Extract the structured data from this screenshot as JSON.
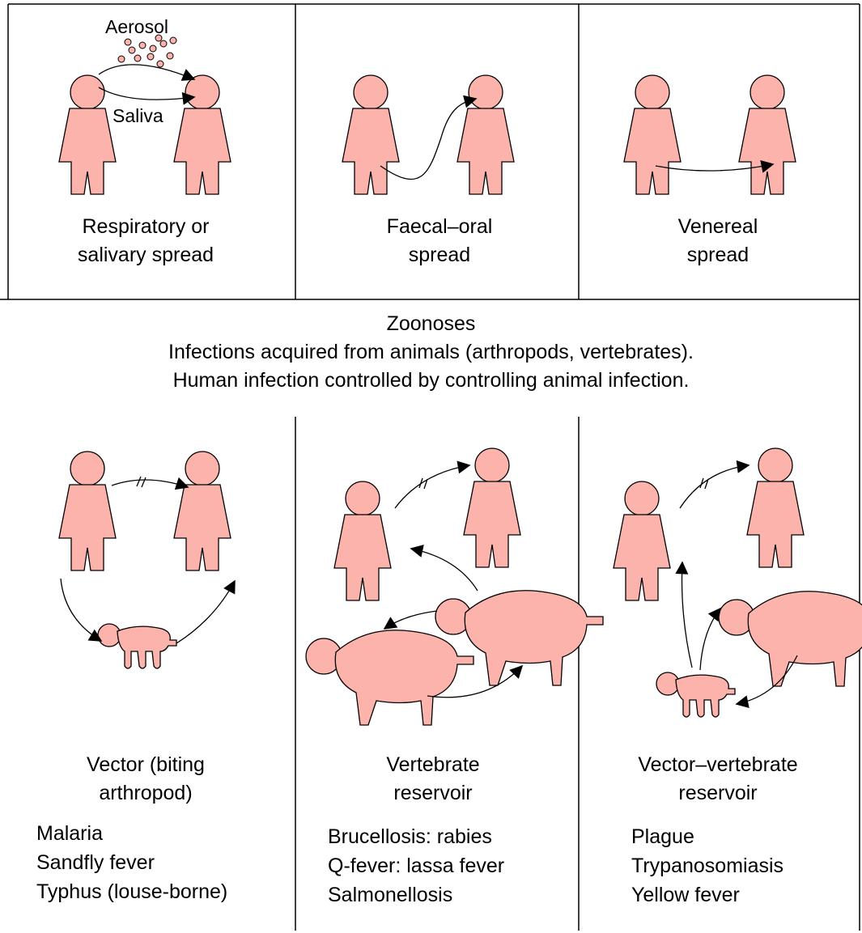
{
  "colors": {
    "figure_fill": "#fbb3ab",
    "line": "#000000",
    "background": "#ffffff"
  },
  "top_row": {
    "respiratory": {
      "aerosol_label": "Aerosol",
      "saliva_label": "Saliva",
      "caption_line1": "Respiratory or",
      "caption_line2": "salivary spread"
    },
    "faecal_oral": {
      "caption_line1": "Faecal–oral",
      "caption_line2": "spread"
    },
    "venereal": {
      "caption_line1": "Venereal",
      "caption_line2": "spread"
    }
  },
  "zoonoses": {
    "title": "Zoonoses",
    "line1": "Infections acquired from animals (arthropods, vertebrates).",
    "line2": "Human infection controlled by controlling animal infection."
  },
  "bottom_row": {
    "vector": {
      "caption_line1": "Vector (biting",
      "caption_line2": "arthropod)",
      "examples": [
        "Malaria",
        "Sandfly fever",
        "Typhus (louse-borne)"
      ]
    },
    "vertebrate": {
      "caption_line1": "Vertebrate",
      "caption_line2": "reservoir",
      "examples": [
        "Brucellosis: rabies",
        "Q-fever: lassa fever",
        "Salmonellosis"
      ]
    },
    "vector_vertebrate": {
      "caption_line1": "Vector–vertebrate",
      "caption_line2": "reservoir",
      "examples": [
        "Plague",
        "Trypanosomiasis",
        "Yellow fever"
      ]
    }
  },
  "icons": {
    "person": "person-icon",
    "large_animal": "pig-icon",
    "small_animal": "arthropod-icon",
    "arrow": "arrow-icon"
  }
}
